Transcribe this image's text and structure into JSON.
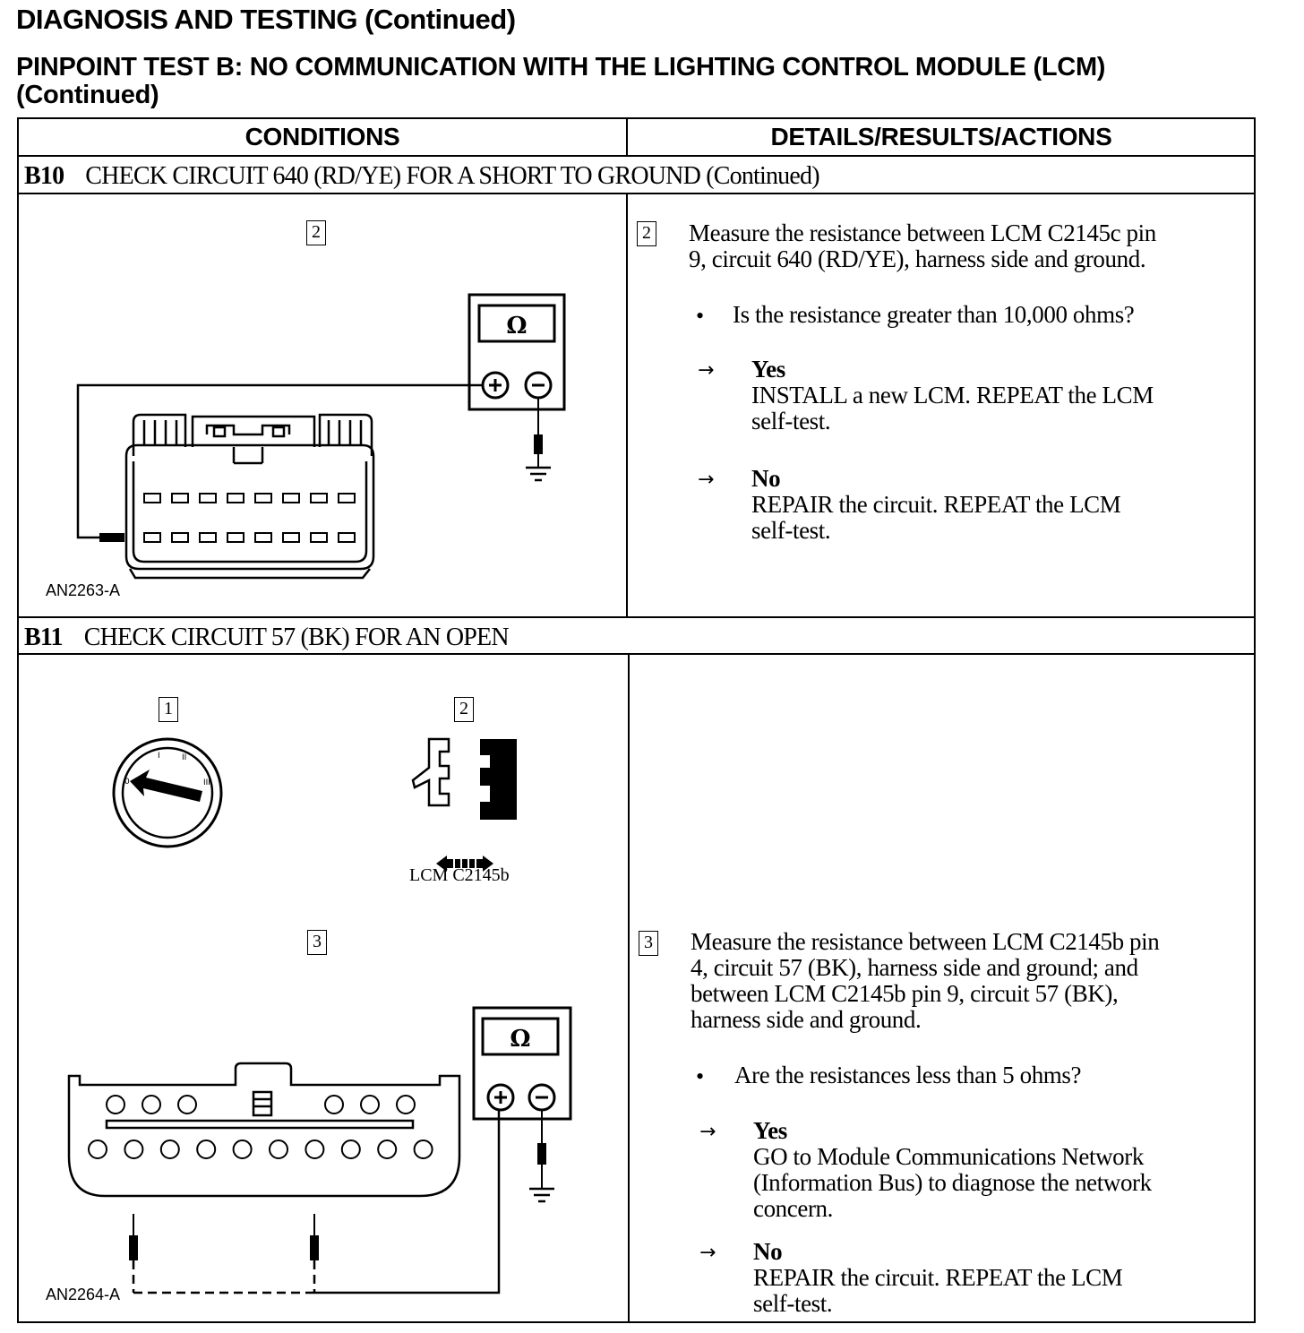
{
  "header": {
    "title": "DIAGNOSIS AND TESTING (Continued)",
    "subtitle_line1": "PINPOINT TEST B: NO COMMUNICATION WITH THE LIGHTING CONTROL MODULE (LCM)",
    "subtitle_line2": "(Continued)"
  },
  "table": {
    "col_conditions": "CONDITIONS",
    "col_details": "DETAILS/RESULTS/ACTIONS"
  },
  "b10": {
    "code": "B10",
    "title": "CHECK CIRCUIT 640 (RD/YE) FOR A SHORT TO GROUND (Continued)",
    "fig_step": "2",
    "fig_id": "AN2263-A",
    "meter_symbol": "Ω",
    "step": "2",
    "instruction_line1": "Measure the resistance between LCM C2145c pin",
    "instruction_line2": "9, circuit 640 (RD/YE), harness side and ground.",
    "question": "Is the resistance greater than 10,000 ohms?",
    "yes_label": "Yes",
    "yes_line1": "INSTALL a new LCM. REPEAT the LCM",
    "yes_line2": "self-test.",
    "no_label": "No",
    "no_line1": "REPAIR the circuit. REPEAT the LCM",
    "no_line2": "self-test."
  },
  "b11": {
    "code": "B11",
    "title": "CHECK CIRCUIT 57 (BK) FOR AN OPEN",
    "fig_step1": "1",
    "fig_step2": "2",
    "fig_step3": "3",
    "key_positions": [
      "0",
      "I",
      "II",
      "III"
    ],
    "connector_label": "LCM C2145b",
    "fig_id": "AN2264-A",
    "meter_symbol": "Ω",
    "step": "3",
    "instruction_line1": "Measure the resistance between LCM C2145b pin",
    "instruction_line2": "4, circuit 57 (BK), harness side and ground; and",
    "instruction_line3": "between LCM C2145b pin 9, circuit 57 (BK),",
    "instruction_line4": "harness side and ground.",
    "question": "Are the resistances less than 5 ohms?",
    "yes_label": "Yes",
    "yes_line1": "GO to  Module Communications Network",
    "yes_line2": "(Information Bus)  to diagnose the network",
    "yes_line3": "concern.",
    "no_label": "No",
    "no_line1": "REPAIR the circuit. REPEAT the LCM",
    "no_line2": "self-test."
  },
  "glyphs": {
    "bullet": "•",
    "arrow": "→",
    "plus": "+",
    "minus": "−"
  }
}
